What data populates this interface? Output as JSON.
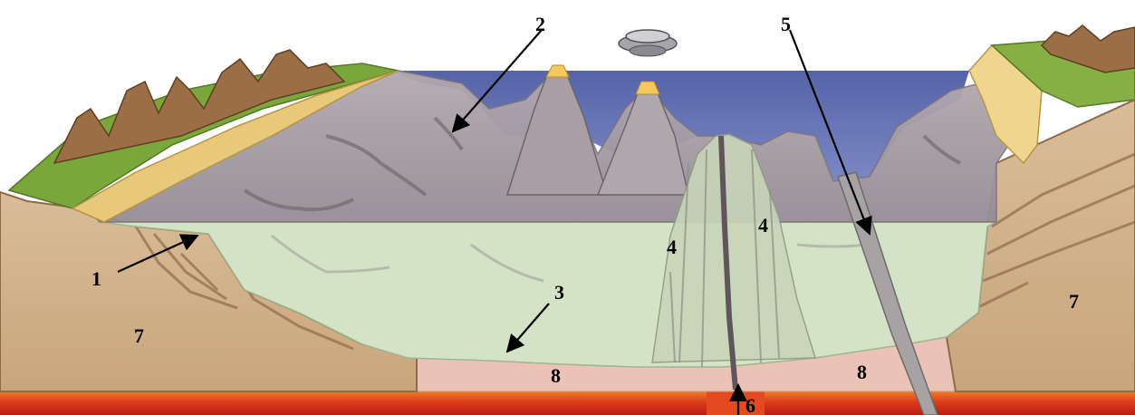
{
  "colors": {
    "ocean": "#6674b8",
    "crust_gray": "#a39aa2",
    "sediment_green": "#d4e3c6",
    "bedrock_tan": "#d3b48e",
    "mantle_pink": "#ebc3b6",
    "magma_red": "#d8341a",
    "grass_green": "#7aa73a",
    "sand_yellow": "#e8c979"
  },
  "icons": {
    "eruption": "eruption-cloud-icon",
    "volcano": "volcano-icon",
    "mountain": "mountain-icon"
  },
  "labels": {
    "l1": "1",
    "l2": "2",
    "l3": "3",
    "l4a": "4",
    "l4b": "4",
    "l5": "5",
    "l6": "6",
    "l7a": "7",
    "l7b": "7",
    "l8a": "8",
    "l8b": "8"
  }
}
